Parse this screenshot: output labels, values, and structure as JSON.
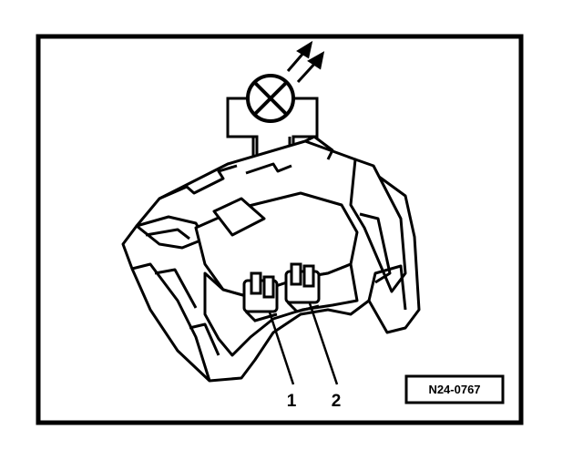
{
  "callouts": [
    {
      "label": "1"
    },
    {
      "label": "2"
    }
  ],
  "reference_code": "N24-0767",
  "components": {
    "lamp": "lamp-symbol-icon",
    "light_rays": "light-rays-icon",
    "connector": "connector-housing"
  },
  "colors": {
    "ink": "#000000",
    "paper": "#ffffff"
  }
}
